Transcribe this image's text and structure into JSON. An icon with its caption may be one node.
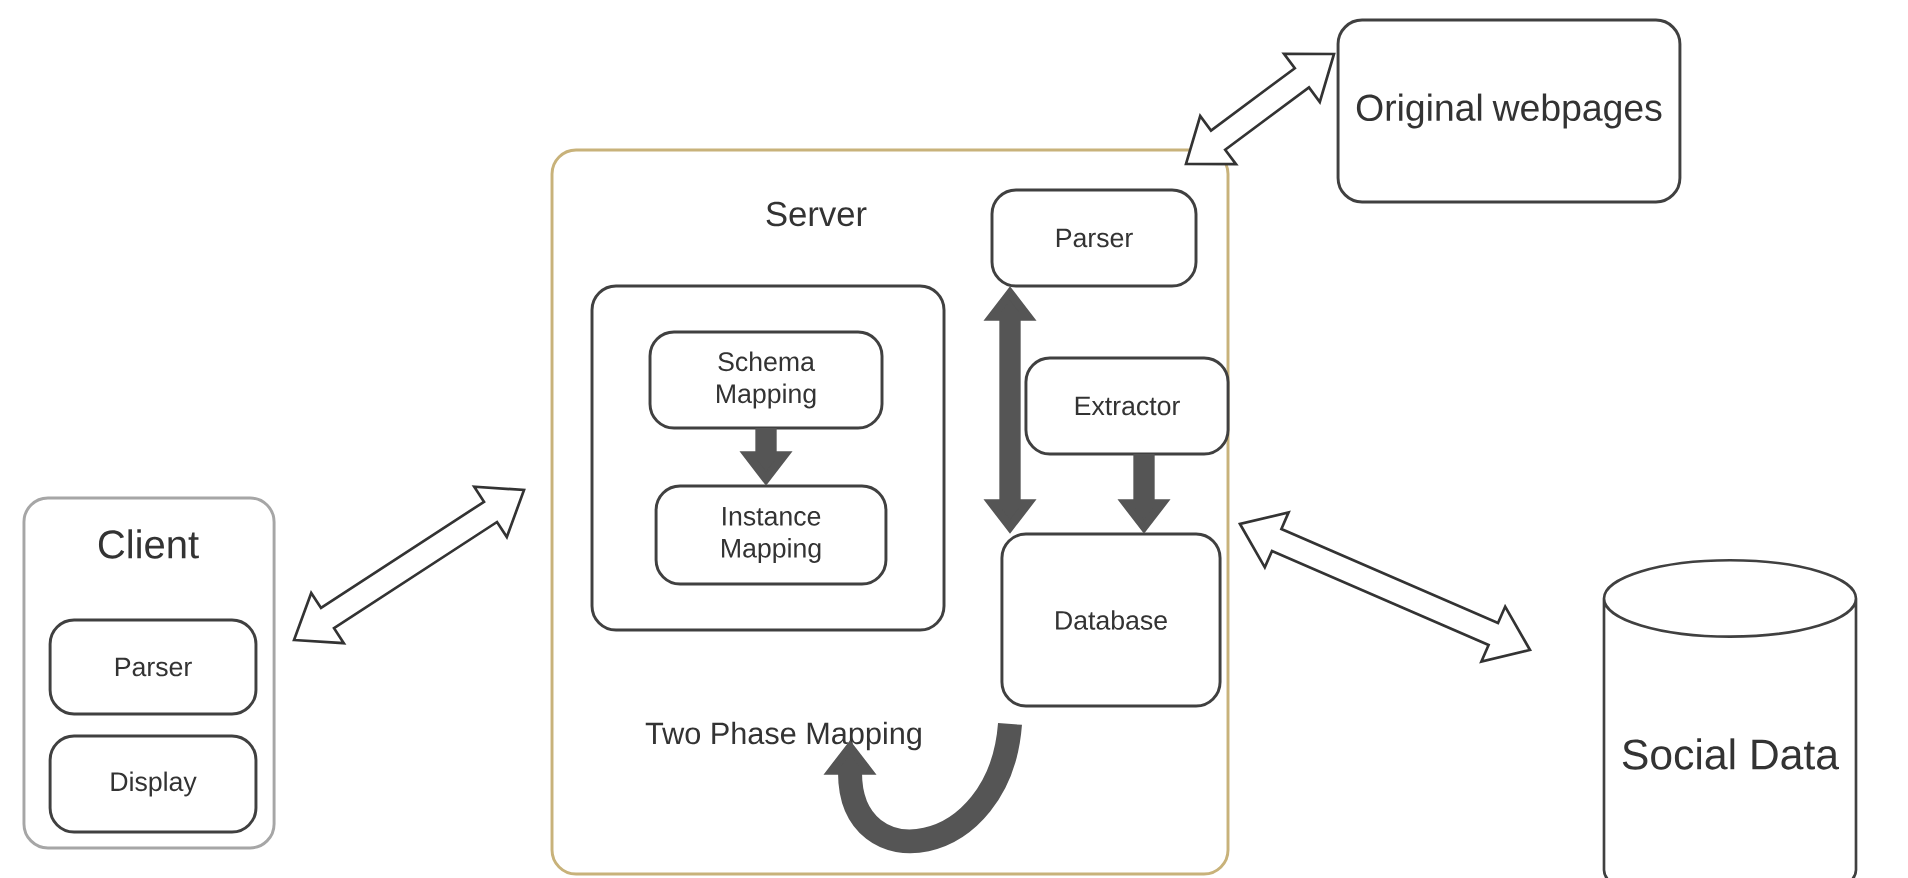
{
  "diagram": {
    "nodes": [
      {
        "text": [
          "Client"
        ]
      },
      {
        "text": [
          "Parser"
        ],
        "in": 0
      },
      {
        "text": [
          "Display"
        ],
        "in": 0
      },
      {
        "text": [
          "Server"
        ]
      },
      {
        "text": [
          "Two Phase Mapping"
        ],
        "in": 3
      },
      {
        "text": [
          "Schema Mapping"
        ],
        "in": 4
      },
      {
        "text": [
          "Instance Mapping"
        ],
        "in": 4
      },
      {
        "text": [
          "Parser"
        ],
        "in": 3
      },
      {
        "text": [
          "Extractor"
        ],
        "in": 3
      },
      {
        "text": [
          "Database"
        ],
        "in": 3
      },
      {
        "text": [
          "Original webpages"
        ]
      },
      {
        "text": [
          "Social Data"
        ]
      }
    ],
    "edges": [
      {
        "from": 0,
        "to": 3,
        "arrow": "both"
      },
      {
        "from": 3,
        "to": 10,
        "arrow": "both"
      },
      {
        "from": 3,
        "to": 11,
        "arrow": "both"
      },
      {
        "from": 5,
        "to": 6,
        "arrow": "to"
      },
      {
        "from": 7,
        "to": 9,
        "arrow": "both"
      },
      {
        "from": 8,
        "to": 9,
        "arrow": "to"
      },
      {
        "from": 9,
        "to": 4,
        "arrow": "to"
      }
    ]
  }
}
